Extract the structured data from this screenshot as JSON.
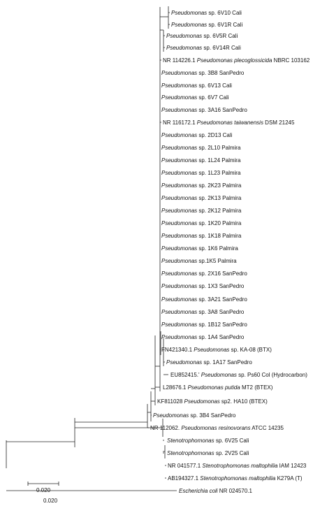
{
  "figure": {
    "leaves": [
      {
        "segments": [
          {
            "t": "Pseudomonas",
            "i": true
          },
          {
            "t": " sp. 6V10 Cali",
            "i": false
          }
        ]
      },
      {
        "segments": [
          {
            "t": "Pseudomonas",
            "i": true
          },
          {
            "t": " sp. 6V1R Cali",
            "i": false
          }
        ]
      },
      {
        "segments": [
          {
            "t": "Pseudomonas",
            "i": true
          },
          {
            "t": " sp. 6V5R Cali",
            "i": false
          }
        ]
      },
      {
        "segments": [
          {
            "t": "Pseudomonas",
            "i": true
          },
          {
            "t": " sp. 6V14R Cali",
            "i": false
          }
        ]
      },
      {
        "segments": [
          {
            "t": "NR 114226.1 ",
            "i": false
          },
          {
            "t": "Pseudomonas plecoglossicida",
            "i": true
          },
          {
            "t": " NBRC 103162",
            "i": false
          }
        ]
      },
      {
        "segments": [
          {
            "t": "Pseudomonas",
            "i": true
          },
          {
            "t": " sp. 3B8 SanPedro",
            "i": false
          }
        ]
      },
      {
        "segments": [
          {
            "t": "Pseudomonas",
            "i": true
          },
          {
            "t": " sp. 6V13 Cali",
            "i": false
          }
        ]
      },
      {
        "segments": [
          {
            "t": "Pseudomonas",
            "i": true
          },
          {
            "t": " sp. 6V7 Cali",
            "i": false
          }
        ]
      },
      {
        "segments": [
          {
            "t": "Pseudomonas",
            "i": true
          },
          {
            "t": " sp. 3A16 SanPedro",
            "i": false
          }
        ]
      },
      {
        "segments": [
          {
            "t": "NR 116172.1 ",
            "i": false
          },
          {
            "t": "Pseudomonas taiwanensis",
            "i": true
          },
          {
            "t": " DSM 21245",
            "i": false
          }
        ]
      },
      {
        "segments": [
          {
            "t": "Pseudomonas",
            "i": true
          },
          {
            "t": " sp. 2D13 Cali",
            "i": false
          }
        ]
      },
      {
        "segments": [
          {
            "t": "Pseudomonas",
            "i": true
          },
          {
            "t": " sp. 2L10 Palmira",
            "i": false
          }
        ]
      },
      {
        "segments": [
          {
            "t": "Pseudomonas",
            "i": true
          },
          {
            "t": " sp. 1L24 Palmira",
            "i": false
          }
        ]
      },
      {
        "segments": [
          {
            "t": "Pseudomonas",
            "i": true
          },
          {
            "t": " sp. 1L23 Palmira",
            "i": false
          }
        ]
      },
      {
        "segments": [
          {
            "t": "Pseudomonas",
            "i": true
          },
          {
            "t": " sp. 2K23 Palmira",
            "i": false
          }
        ]
      },
      {
        "segments": [
          {
            "t": "Pseudomonas",
            "i": true
          },
          {
            "t": " sp. 2K13 Palmira",
            "i": false
          }
        ]
      },
      {
        "segments": [
          {
            "t": "Pseudomonas",
            "i": true
          },
          {
            "t": " sp. 2K12 Palmira",
            "i": false
          }
        ]
      },
      {
        "segments": [
          {
            "t": "Pseudomonas",
            "i": true
          },
          {
            "t": " sp. 1K20 Palmira",
            "i": false
          }
        ]
      },
      {
        "segments": [
          {
            "t": "Pseudomonas",
            "i": true
          },
          {
            "t": " sp. 1K18 Palmira",
            "i": false
          }
        ]
      },
      {
        "segments": [
          {
            "t": "Pseudomonas",
            "i": true
          },
          {
            "t": " sp. 1K6 Palmira",
            "i": false
          }
        ]
      },
      {
        "segments": [
          {
            "t": "Pseudomonas",
            "i": true
          },
          {
            "t": " sp.1K5 Palmira",
            "i": false
          }
        ]
      },
      {
        "segments": [
          {
            "t": "Pseudomonas",
            "i": true
          },
          {
            "t": " sp. 2X16 SanPedro",
            "i": false
          }
        ]
      },
      {
        "segments": [
          {
            "t": "Pseudomonas",
            "i": true
          },
          {
            "t": " sp. 1X3 SanPedro",
            "i": false
          }
        ]
      },
      {
        "segments": [
          {
            "t": "Pseudomonas",
            "i": true
          },
          {
            "t": " sp. 3A21 SanPedro",
            "i": false
          }
        ]
      },
      {
        "segments": [
          {
            "t": "Pseudomonas",
            "i": true
          },
          {
            "t": " sp. 3A8 SanPedro",
            "i": false
          }
        ]
      },
      {
        "segments": [
          {
            "t": "Pseudomonas",
            "i": true
          },
          {
            "t": " sp. 1B12 SanPedro",
            "i": false
          }
        ]
      },
      {
        "segments": [
          {
            "t": "Pseudomonas",
            "i": true
          },
          {
            "t": " sp. 1A4 SanPedro",
            "i": false
          }
        ]
      },
      {
        "segments": [
          {
            "t": "FN421340.1 ",
            "i": false
          },
          {
            "t": "Pseudomonas",
            "i": true
          },
          {
            "t": " sp. KA-08 (BTX)",
            "i": false
          }
        ]
      },
      {
        "segments": [
          {
            "t": "Pseudomonas",
            "i": true
          },
          {
            "t": "  sp. 1A17 SanPedro",
            "i": false
          }
        ]
      },
      {
        "segments": [
          {
            "t": "EU852415.' ",
            "i": false
          },
          {
            "t": "Pseudomonas",
            "i": true
          },
          {
            "t": " sp. Ps60 Col (Hydrocarbon)",
            "i": false
          }
        ]
      },
      {
        "segments": [
          {
            "t": "L28676.1 ",
            "i": false
          },
          {
            "t": "Pseudomonas putida",
            "i": true
          },
          {
            "t": " MT2 (BTEX)",
            "i": false
          }
        ]
      },
      {
        "segments": [
          {
            "t": "KF811028  ",
            "i": false
          },
          {
            "t": "Pseudomonas",
            "i": true
          },
          {
            "t": " sp2. HA10 (BTEX)",
            "i": false
          }
        ]
      },
      {
        "segments": [
          {
            "t": "Pseudomonas",
            "i": true
          },
          {
            "t": " sp. 3B4 SanPedro",
            "i": false
          }
        ]
      },
      {
        "segments": [
          {
            "t": "NR 112062. ",
            "i": false
          },
          {
            "t": "Pseudomonas resinovorans",
            "i": true
          },
          {
            "t": " ATCC 14235",
            "i": false
          }
        ]
      },
      {
        "segments": [
          {
            "t": "Stenotrophomonas",
            "i": true
          },
          {
            "t": " sp. 6V25 Cali",
            "i": false
          }
        ]
      },
      {
        "segments": [
          {
            "t": "Stenotrophomonas",
            "i": true
          },
          {
            "t": " sp. 2V25 Cali",
            "i": false
          }
        ]
      },
      {
        "segments": [
          {
            "t": "NR 041577.1 ",
            "i": false
          },
          {
            "t": "Stenotrophomonas maltophilia",
            "i": true
          },
          {
            "t": " IAM 12423",
            "i": false
          }
        ]
      },
      {
        "segments": [
          {
            "t": "AB194327.1 ",
            "i": false
          },
          {
            "t": "Stenotrophomonas maltophilia",
            "i": true
          },
          {
            "t": " K279A (T)",
            "i": false
          }
        ]
      },
      {
        "segments": [
          {
            "t": "Escherichia coli",
            "i": true
          },
          {
            "t": " NR 024570.1",
            "i": false
          }
        ]
      }
    ],
    "scale_bar": {
      "label": "0.020",
      "value": 0.02
    },
    "scale_bar_repeat_label": "0.020"
  }
}
